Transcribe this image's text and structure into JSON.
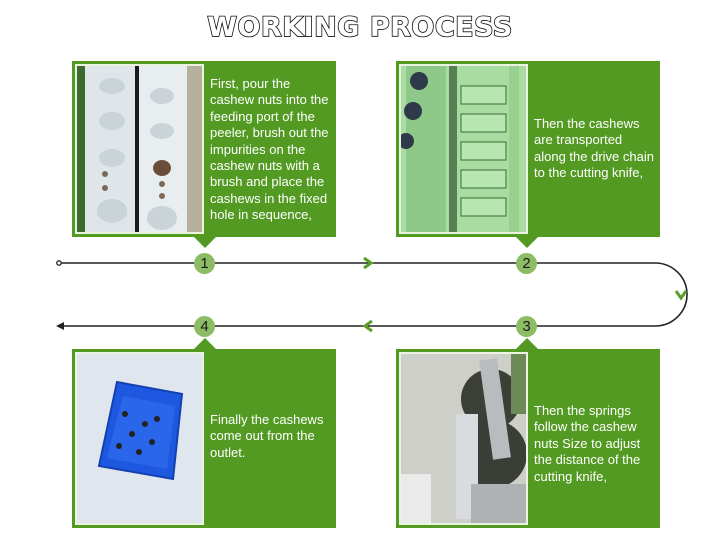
{
  "title": "WORKING PROCESS",
  "colors": {
    "panel_green": "#529a22",
    "step_circle": "#8cbc64",
    "arrow_green": "#5a9e2a",
    "line": "#222222"
  },
  "steps": [
    {
      "number": "1",
      "text": "First, pour the cashew nuts into the feeding port of the peeler, brush out the impurities on the cashew nuts with a brush and place the cashews in the fixed hole in sequence,",
      "photo": "white feeding plate with holes"
    },
    {
      "number": "2",
      "text": "Then the cashews are transported along the drive chain to the cutting knife,",
      "photo": "green drive chain machinery"
    },
    {
      "number": "3",
      "text": "Then the springs follow the cashew nuts Size to adjust the distance of the cutting knife,",
      "photo": "cutting knife and springs"
    },
    {
      "number": "4",
      "text": "Finally the cashews come out from the outlet.",
      "photo": "blue crate with cashews"
    }
  ]
}
